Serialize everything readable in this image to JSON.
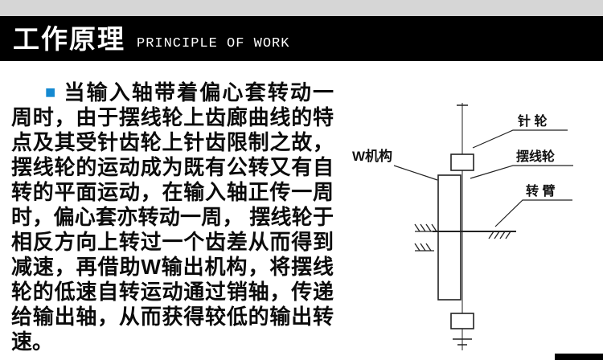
{
  "colors": {
    "header_bg": "#000000",
    "top_strip": "#d6d6d6",
    "bullet": "#1589d1",
    "text": "#0b0b0b"
  },
  "header": {
    "title_cn": "工作原理",
    "title_en": "PRINCIPLE OF WORK"
  },
  "content": {
    "bullet": "■",
    "paragraph": "当输入轴带着偏心套转动一周时，由于摆线轮上齿廊曲线的特点及其受针齿轮上针齿限制之故，摆线轮的运动成为既有公转又有自转的平面运动，在输入轴正传一周时，偏心套亦转动一周， 摆线轮于相反方向上转过一个齿差从而得到减速，再借助W输出机构，将摆线轮的低速自转运动通过销轴，传递给输出轴，从而获得较低的输出转速。"
  },
  "diagram": {
    "labels": {
      "w_mechanism": "W机构",
      "pin_wheel": "针 轮",
      "cycloid_wheel": "摆线轮",
      "crank_arm": "转 臂"
    }
  }
}
